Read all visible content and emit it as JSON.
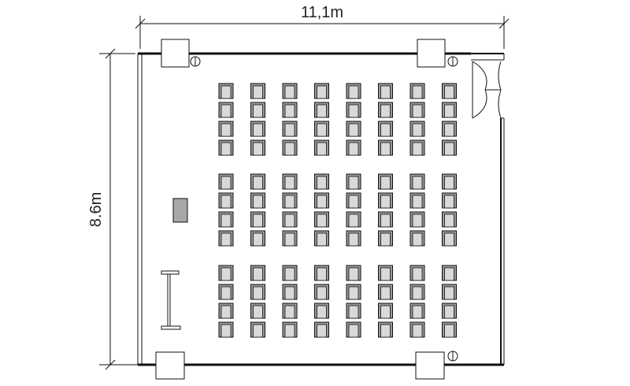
{
  "dimensions": {
    "width_label": "11,1m",
    "height_label": "8.6m"
  },
  "seating": {
    "blocks": 3,
    "rows_per_block": 4,
    "seats_per_row": 8,
    "total_seats": 96
  },
  "fixtures": [
    "column",
    "column",
    "column",
    "column",
    "door",
    "lectern",
    "whiteboard",
    "window-wall"
  ],
  "colors": {
    "line": "#111111",
    "seat_fill": "#d9d9d9",
    "seat_back": "#9a9a9a",
    "column_fill": "#ffffff",
    "lectern_fill": "#a8a8a8"
  }
}
